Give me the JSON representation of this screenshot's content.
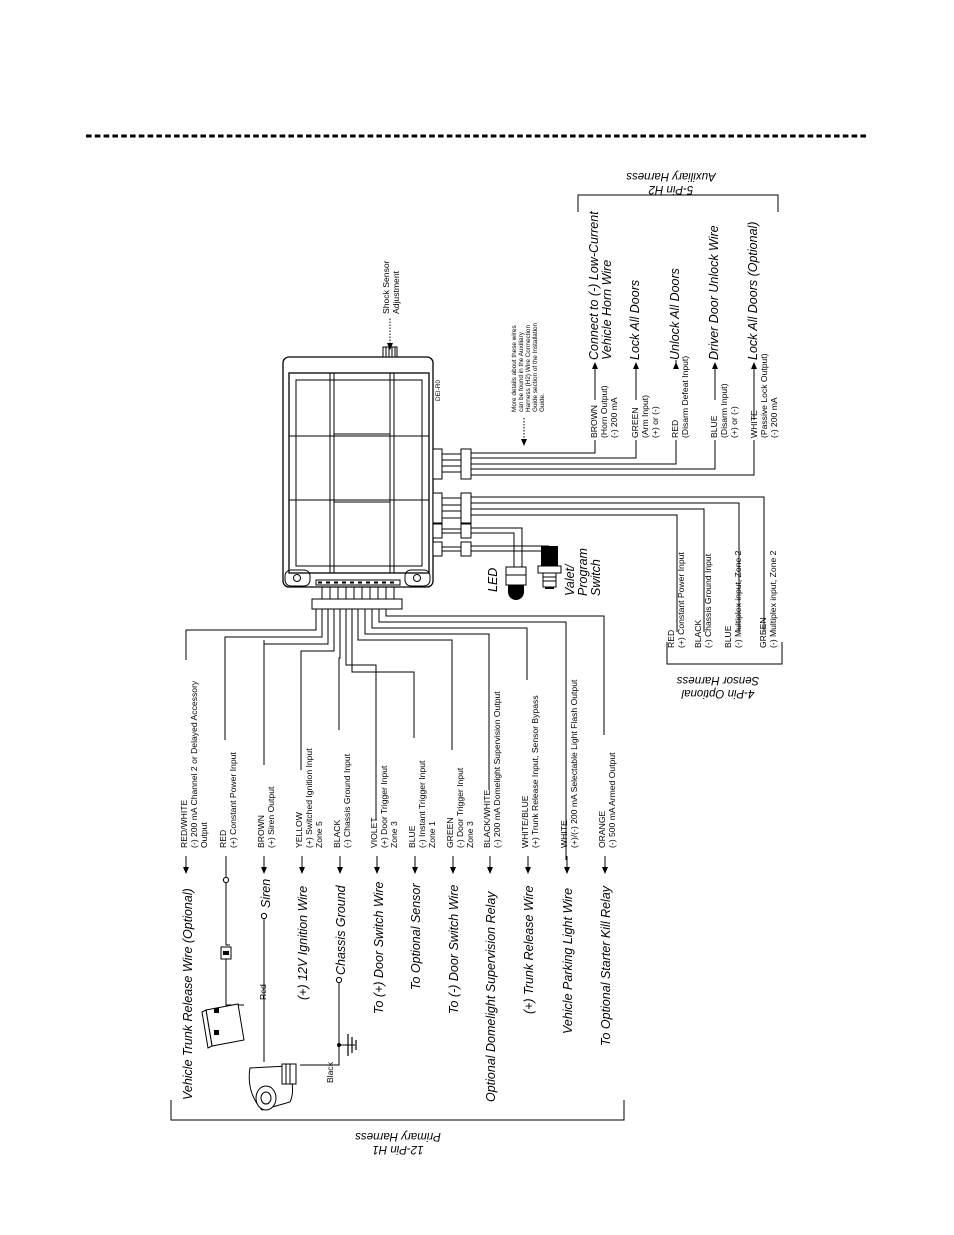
{
  "header": {
    "divider": "dashed"
  },
  "module": {
    "code": "DEI-R0"
  },
  "shock_sensor": {
    "label_1": "Shock Sensor",
    "label_2": "Adjustment"
  },
  "more_details": {
    "line_1": "More details about these wires",
    "line_2": "can be found in the Auxiliary",
    "line_3": "Harness (H2) Wire Connection",
    "line_4": "Guide section of the Installation",
    "line_5": "Guide."
  },
  "led": {
    "label": "LED"
  },
  "valet": {
    "line_1": "Valet/",
    "line_2": "Program",
    "line_3": "Switch"
  },
  "h1": {
    "title_1": "12-Pin H1",
    "title_2": "Primary Harness",
    "wires": [
      {
        "color": "RED/WHITE",
        "desc_1": "(-) 200 mA Channel 2 or Delayed Accessory",
        "desc_2": "Output",
        "dest": "Vehicle Trunk Release Wire (Optional)"
      },
      {
        "color": "RED",
        "desc_1": "(+) Constant Power Input",
        "desc_2": "",
        "dest": ""
      },
      {
        "color": "BROWN",
        "desc_1": "(+) Siren Output",
        "desc_2": "",
        "dest": "Siren"
      },
      {
        "color": "YELLOW",
        "desc_1": "(+) Switched Ignition Input",
        "desc_2": "Zone 5",
        "dest": "(+) 12V Ignition Wire"
      },
      {
        "color": "BLACK",
        "desc_1": "(-) Chassis Ground Input",
        "desc_2": "",
        "dest": "Chassis Ground"
      },
      {
        "color": "VIOLET",
        "desc_1": "(+) Door Trigger Input",
        "desc_2": "Zone 3",
        "dest": "To (+) Door Switch Wire"
      },
      {
        "color": "BLUE",
        "desc_1": "(-) Instant Trigger Input",
        "desc_2": "Zone 1",
        "dest": "To Optional Sensor"
      },
      {
        "color": "GREEN",
        "desc_1": "(-) Door Trigger Input",
        "desc_2": "Zone 3",
        "dest": "To (-) Door Switch Wire"
      },
      {
        "color": "BLACK/WHITE",
        "desc_1": "(-) 200 mA Domelight Supervision Output",
        "desc_2": "",
        "dest": "Optional Domelight Supervision Relay"
      },
      {
        "color": "WHITE/BLUE",
        "desc_1": "(+) Trunk Release Input, Sensor Bypass",
        "desc_2": "",
        "dest": "(+) Trunk Release Wire"
      },
      {
        "color": "WHITE",
        "desc_1": "(+)/(-) 200 mA Selectable Light Flash Output",
        "desc_2": "",
        "dest": "Vehicle Parking Light Wire"
      },
      {
        "color": "ORANGE",
        "desc_1": "(-) 500 mA Armed Output",
        "desc_2": "",
        "dest": "To Optional Starter Kill Relay"
      }
    ],
    "battery_wire_red": "Red",
    "battery_wire_black": "Black"
  },
  "h2": {
    "title_1": "5-Pin H2",
    "title_2": "Auxiliary Harness",
    "wires": [
      {
        "color": "BROWN",
        "desc_1": "(Horn Output)",
        "desc_2": "(-) 200 mA",
        "dest_1": "Connect to (-) Low-Current",
        "dest_2": "Vehicle Horn Wire"
      },
      {
        "color": "GREEN",
        "desc_1": "(Arm Input)",
        "desc_2": "(+) or (-)",
        "dest_1": "Lock All Doors",
        "dest_2": ""
      },
      {
        "color": "RED",
        "desc_1": "(Disarm Defeat Input)",
        "desc_2": "",
        "dest_1": "Unlock All Doors",
        "dest_2": ""
      },
      {
        "color": "BLUE",
        "desc_1": "(Disarm Input)",
        "desc_2": "(+) or (-)",
        "dest_1": "Driver Door Unlock Wire",
        "dest_2": ""
      },
      {
        "color": "WHITE",
        "desc_1": "(Passive Lock Output)",
        "desc_2": "(-) 200 mA",
        "dest_1": "Lock All Doors (Optional)",
        "dest_2": ""
      }
    ]
  },
  "h4": {
    "title_1": "4-Pin Optional",
    "title_2": "Sensor Harness",
    "wires": [
      {
        "color": "RED",
        "desc": "(+) Constant Power Input"
      },
      {
        "color": "BLACK",
        "desc": "(-) Chassis Ground Input"
      },
      {
        "color": "BLUE",
        "desc": "(-) Multiplex input, Zone 2"
      },
      {
        "color": "GREEN",
        "desc": "(-) Multiplex input, Zone 2"
      }
    ]
  }
}
